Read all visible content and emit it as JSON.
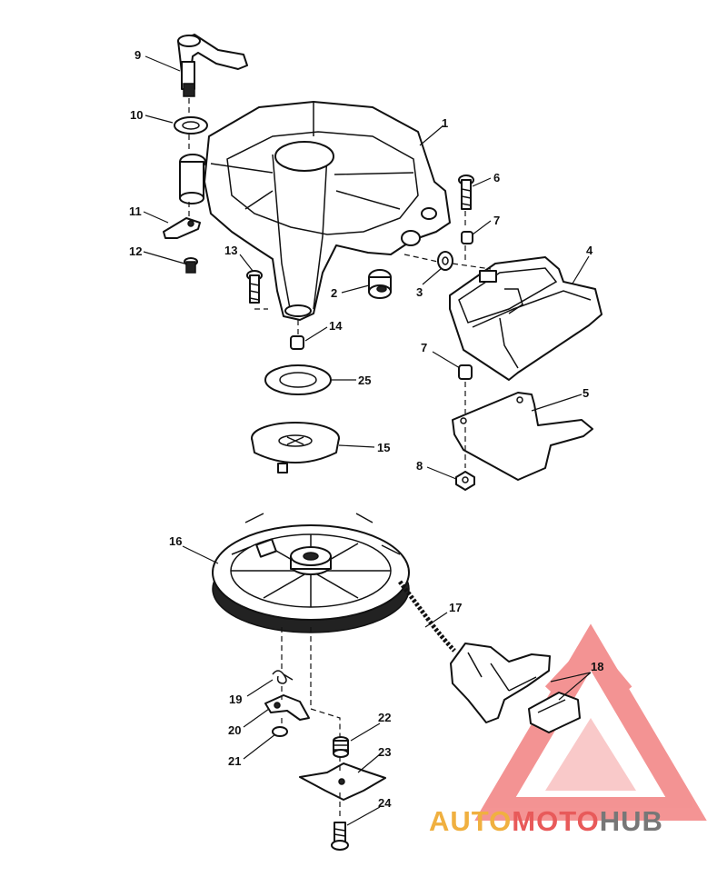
{
  "diagram": {
    "callouts": [
      {
        "id": "9",
        "label": "9"
      },
      {
        "id": "10",
        "label": "10"
      },
      {
        "id": "1",
        "label": "1"
      },
      {
        "id": "6",
        "label": "6"
      },
      {
        "id": "7a",
        "label": "7"
      },
      {
        "id": "11",
        "label": "11"
      },
      {
        "id": "12",
        "label": "12"
      },
      {
        "id": "13",
        "label": "13"
      },
      {
        "id": "2",
        "label": "2"
      },
      {
        "id": "3",
        "label": "3"
      },
      {
        "id": "4",
        "label": "4"
      },
      {
        "id": "14",
        "label": "14"
      },
      {
        "id": "25",
        "label": "25"
      },
      {
        "id": "7b",
        "label": "7"
      },
      {
        "id": "5",
        "label": "5"
      },
      {
        "id": "15",
        "label": "15"
      },
      {
        "id": "8",
        "label": "8"
      },
      {
        "id": "16",
        "label": "16"
      },
      {
        "id": "17",
        "label": "17"
      },
      {
        "id": "18",
        "label": "18"
      },
      {
        "id": "19",
        "label": "19"
      },
      {
        "id": "22",
        "label": "22"
      },
      {
        "id": "20",
        "label": "20"
      },
      {
        "id": "23",
        "label": "23"
      },
      {
        "id": "21",
        "label": "21"
      },
      {
        "id": "24",
        "label": "24"
      }
    ]
  },
  "watermark": {
    "part1": "AUTO",
    "part2": "MOTO",
    "part3": "HUB",
    "colors": {
      "auto": "#f0b040",
      "moto": "#e85a5a",
      "hub": "#777777",
      "logo": "#f07070"
    }
  }
}
